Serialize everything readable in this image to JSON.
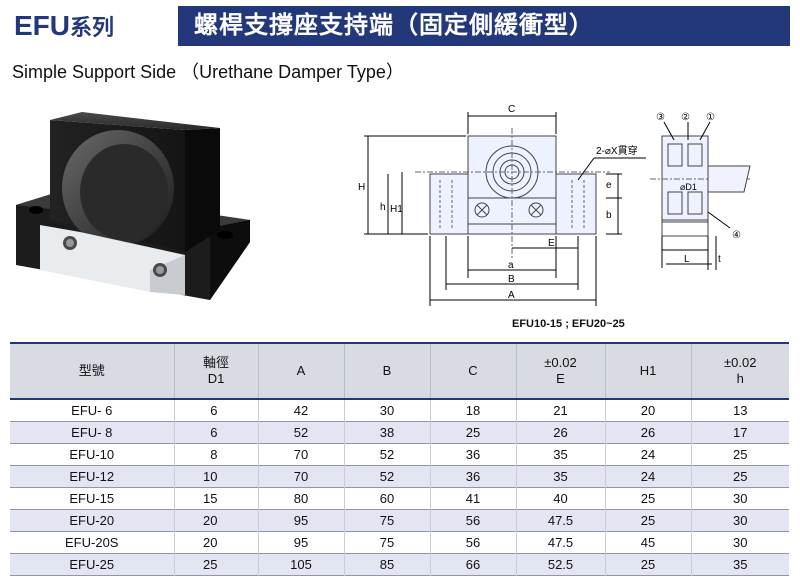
{
  "header": {
    "series_code": "EFU",
    "series_suffix": "系列",
    "title": "螺桿支撐座支持端（固定側緩衝型）"
  },
  "subtitle": "Simple Support Side （Urethane Damper Type）",
  "drawing": {
    "labels": {
      "C": "C",
      "H": "H",
      "h": "h",
      "H1": "H1",
      "e": "e",
      "b": "b",
      "a": "a",
      "B": "B",
      "A": "A",
      "E": "E",
      "hole": "2-⌀X貫穿",
      "phiD1": "⌀D1",
      "L": "L",
      "t": "t",
      "c1": "①",
      "c2": "②",
      "c3": "③",
      "c4": "④"
    },
    "caption": "EFU10-15 ; EFU20~25"
  },
  "table": {
    "headers": [
      [
        "型號"
      ],
      [
        "軸徑",
        "D1"
      ],
      [
        "A"
      ],
      [
        "B"
      ],
      [
        "C"
      ],
      [
        "±0.02",
        "E"
      ],
      [
        "H1"
      ],
      [
        "±0.02",
        "h"
      ]
    ],
    "rows": [
      [
        "EFU- 6",
        "6",
        "42",
        "30",
        "18",
        "21",
        "20",
        "13"
      ],
      [
        "EFU- 8",
        "6",
        "52",
        "38",
        "25",
        "26",
        "26",
        "17"
      ],
      [
        "EFU-10",
        "8",
        "70",
        "52",
        "36",
        "35",
        "24",
        "25"
      ],
      [
        "EFU-12",
        "10",
        "70",
        "52",
        "36",
        "35",
        "24",
        "25"
      ],
      [
        "EFU-15",
        "15",
        "80",
        "60",
        "41",
        "40",
        "25",
        "30"
      ],
      [
        "EFU-20",
        "20",
        "95",
        "75",
        "56",
        "47.5",
        "25",
        "30"
      ],
      [
        "EFU-20S",
        "20",
        "95",
        "75",
        "56",
        "47.5",
        "45",
        "30"
      ],
      [
        "EFU-25",
        "25",
        "105",
        "85",
        "66",
        "52.5",
        "25",
        "35"
      ]
    ]
  }
}
